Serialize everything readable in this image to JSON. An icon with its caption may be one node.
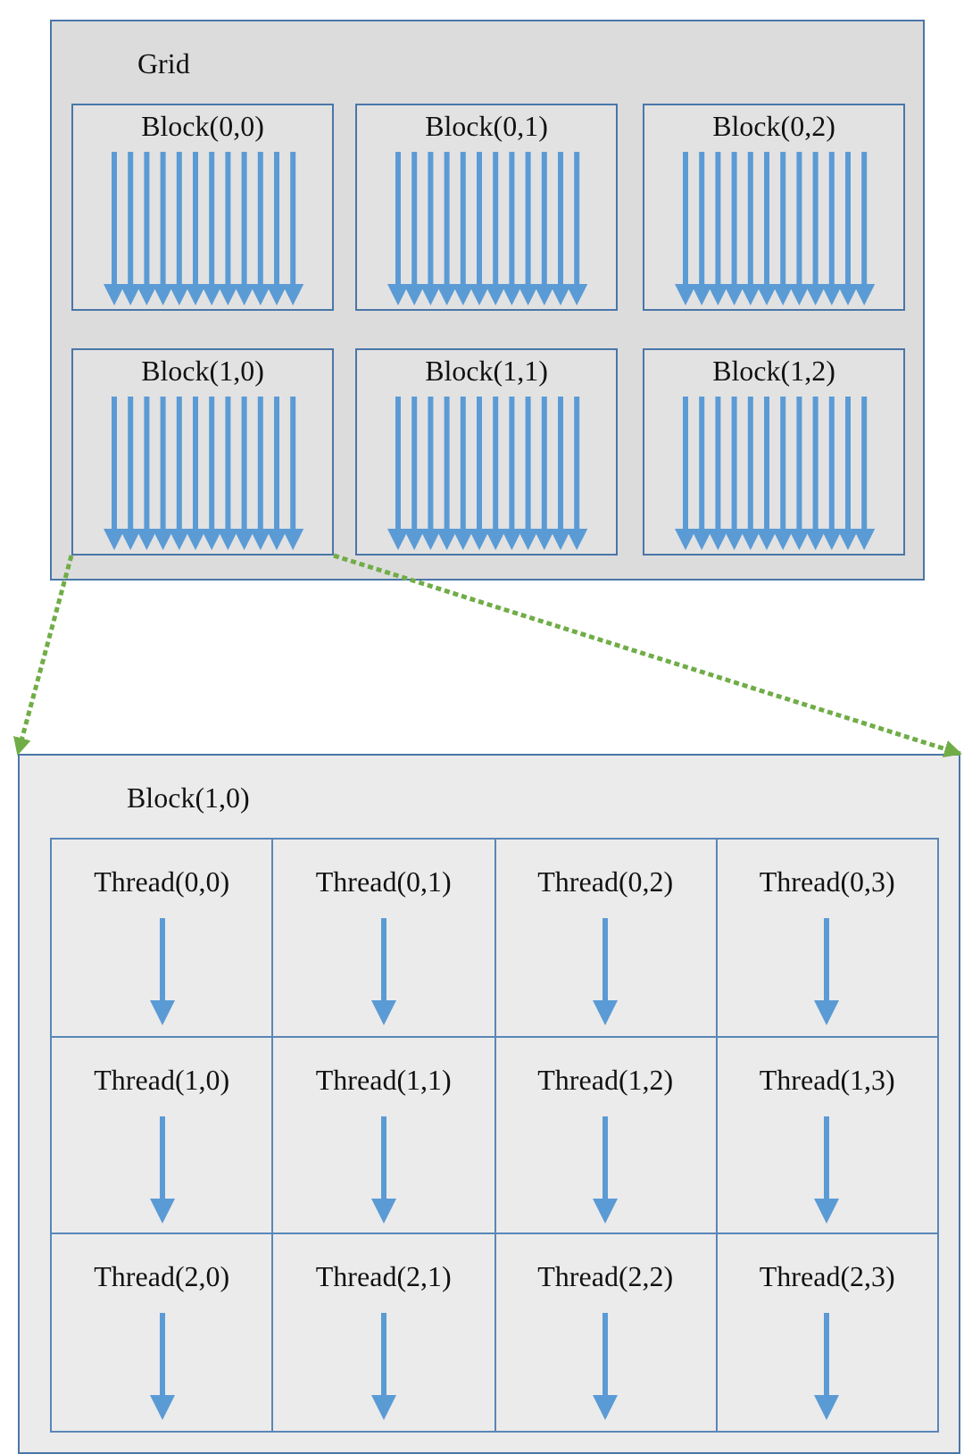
{
  "diagram": {
    "nodes": [
      {
        "text": [
          "Grid"
        ]
      },
      {
        "text": [
          "Block(0,0)"
        ],
        "in": 0
      },
      {
        "text": [
          "Block(0,1)"
        ],
        "in": 0
      },
      {
        "text": [
          "Block(0,2)"
        ],
        "in": 0
      },
      {
        "text": [
          "Block(1,0)"
        ],
        "in": 0
      },
      {
        "text": [
          "Block(1,1)"
        ],
        "in": 0
      },
      {
        "text": [
          "Block(1,2)"
        ],
        "in": 0
      },
      {
        "text": [
          "Block(1,0)"
        ]
      },
      {
        "text": [
          "Thread(0,0)"
        ],
        "in": 7
      },
      {
        "text": [
          "Thread(0,1)"
        ],
        "in": 7
      },
      {
        "text": [
          "Thread(0,2)"
        ],
        "in": 7
      },
      {
        "text": [
          "Thread(0,3)"
        ],
        "in": 7
      },
      {
        "text": [
          "Thread(1,0)"
        ],
        "in": 7
      },
      {
        "text": [
          "Thread(1,1)"
        ],
        "in": 7
      },
      {
        "text": [
          "Thread(1,2)"
        ],
        "in": 7
      },
      {
        "text": [
          "Thread(1,3)"
        ],
        "in": 7
      },
      {
        "text": [
          "Thread(2,0)"
        ],
        "in": 7
      },
      {
        "text": [
          "Thread(2,1)"
        ],
        "in": 7
      },
      {
        "text": [
          "Thread(2,2)"
        ],
        "in": 7
      },
      {
        "text": [
          "Thread(2,3)"
        ],
        "in": 7
      }
    ],
    "edges": [
      {
        "from": 4,
        "to": 7,
        "arrow": "to",
        "style": "dashed",
        "color": "#70ad47"
      },
      {
        "from": 4,
        "to": 7,
        "arrow": "to",
        "style": "dashed",
        "color": "#70ad47"
      }
    ]
  }
}
